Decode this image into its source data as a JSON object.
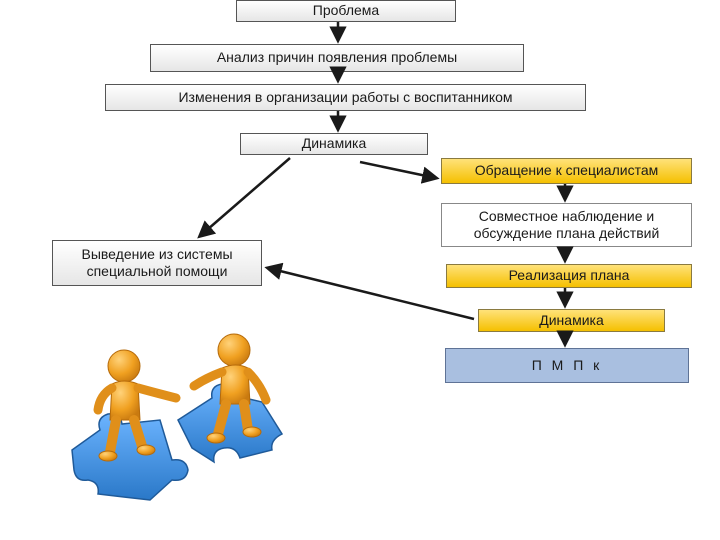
{
  "flow": {
    "problem": "Проблема",
    "analysis": "Анализ причин появления проблемы",
    "changes": "Изменения в организации  работы с воспитанником",
    "dynamics_top": "Динамика",
    "specialists": "Обращение к специалистам",
    "joint_observation_line1": "Совместное наблюдение и",
    "joint_observation_line2": "обсуждение плана действий",
    "implementation": "Реализация плана",
    "dynamics_bottom": "Динамика",
    "pmpk": "П М П к",
    "exit_line1": "Выведение из системы",
    "exit_line2": "специальной помощи"
  },
  "colors": {
    "gray_box": "#e6e6e6",
    "yellow_box": "#f5c000",
    "blue_box": "#a9bfe0",
    "arrow": "#1a1a1a",
    "figure": "#f0a020",
    "puzzle": "#3a8ad6"
  },
  "illustration": {
    "figure_icon": "person-3d-icon",
    "puzzle_icon": "puzzle-piece-icon"
  }
}
